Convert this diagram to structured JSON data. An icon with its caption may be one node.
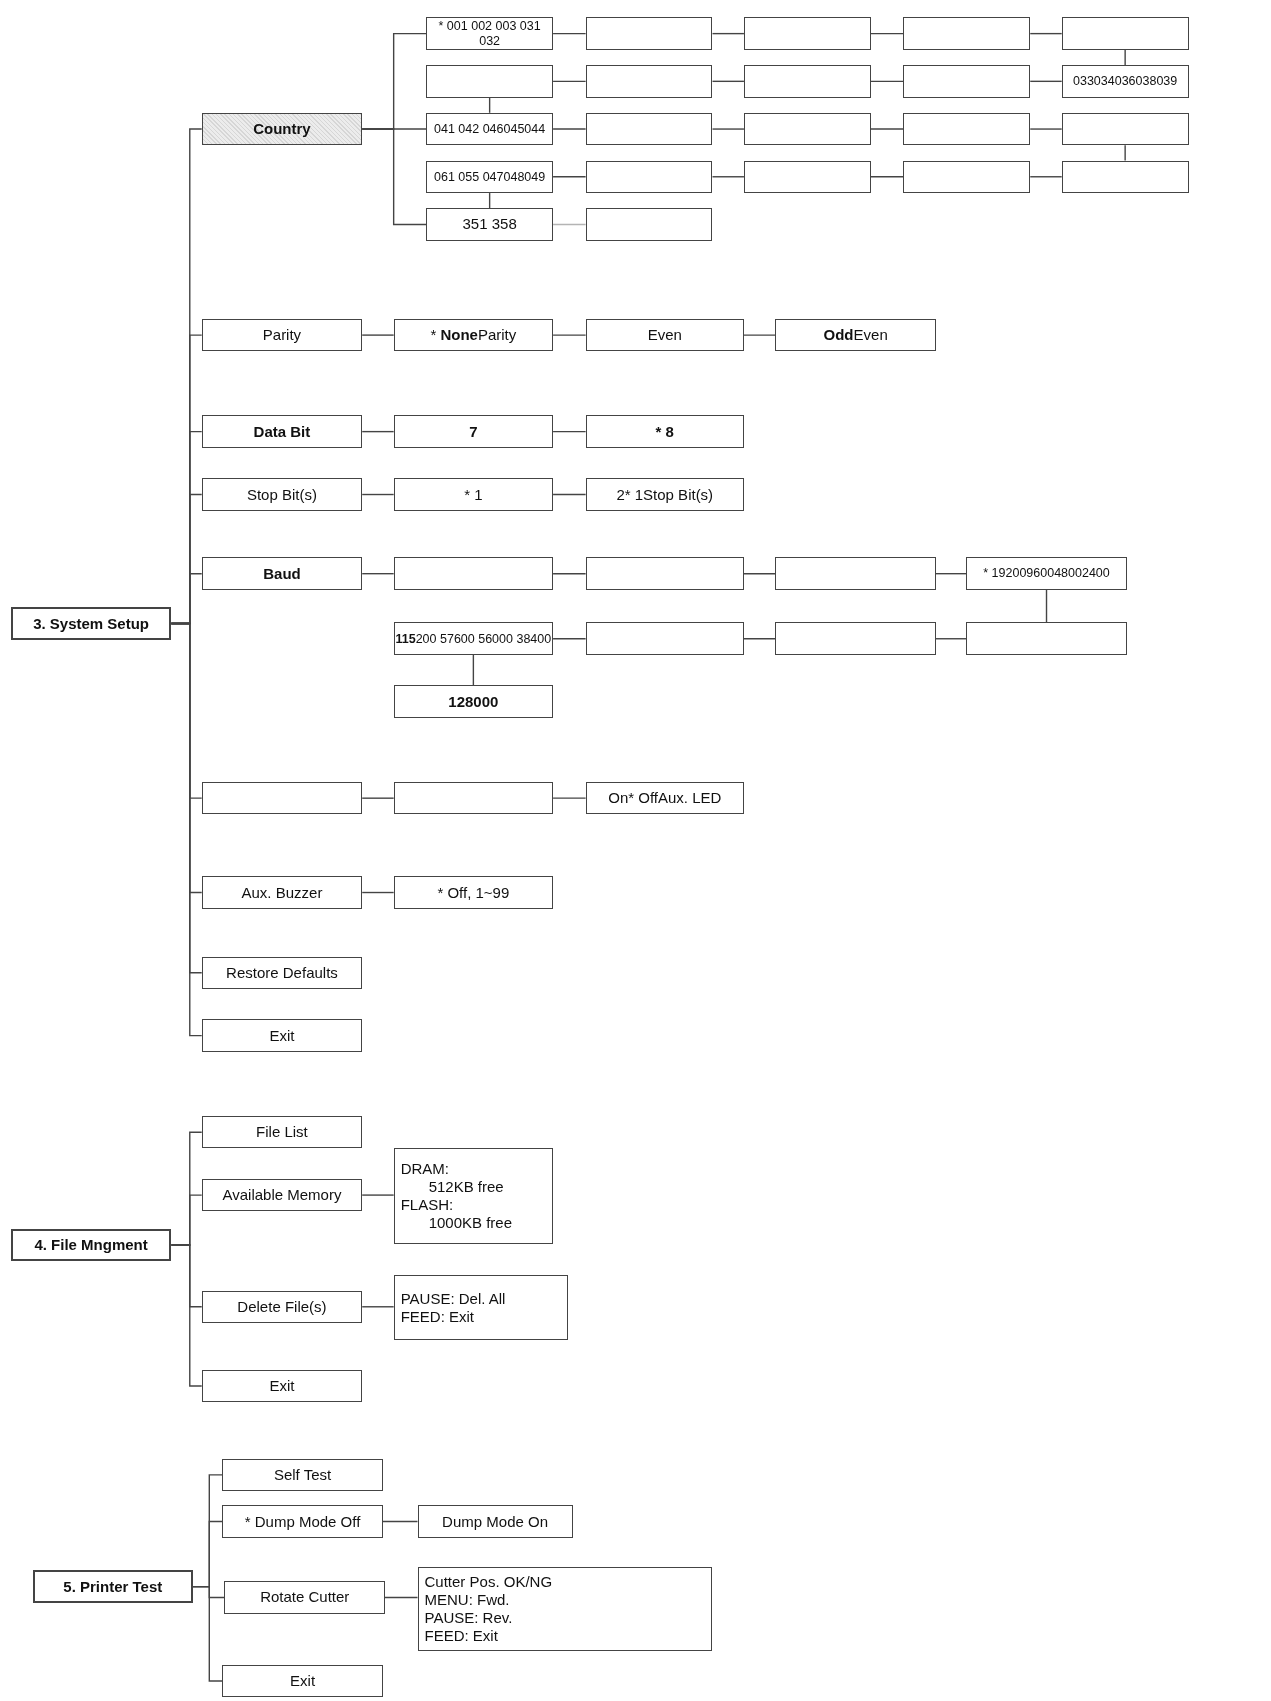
{
  "diagram": {
    "nodes": [
      {
        "text": [
          "3. System Setup"
        ]
      },
      {
        "text": [
          "Country"
        ]
      },
      {
        "text": [
          "* 001 002 003 031 032"
        ]
      },
      {
        "text": [],
        "shape": "box"
      },
      {
        "text": [],
        "shape": "box"
      },
      {
        "text": [],
        "shape": "box"
      },
      {
        "text": [],
        "shape": "box"
      },
      {
        "text": [],
        "shape": "box"
      },
      {
        "text": [],
        "shape": "box"
      },
      {
        "text": [],
        "shape": "box"
      },
      {
        "text": [],
        "shape": "box"
      },
      {
        "text": [
          "033034036038039"
        ]
      },
      {
        "text": [
          "041 042 046045044"
        ]
      },
      {
        "text": [],
        "shape": "box"
      },
      {
        "text": [],
        "shape": "box"
      },
      {
        "text": [],
        "shape": "box"
      },
      {
        "text": [],
        "shape": "box"
      },
      {
        "text": [
          "061 055 047048049"
        ]
      },
      {
        "text": [],
        "shape": "box"
      },
      {
        "text": [],
        "shape": "box"
      },
      {
        "text": [],
        "shape": "box"
      },
      {
        "text": [],
        "shape": "box"
      },
      {
        "text": [
          "351 358"
        ]
      },
      {
        "text": [],
        "shape": "box"
      },
      {
        "text": [
          "Parity"
        ]
      },
      {
        "text": [
          "* **None**Parity"
        ]
      },
      {
        "text": [
          "Even"
        ]
      },
      {
        "text": [
          "**Odd**Even"
        ]
      },
      {
        "text": [
          "Data Bit"
        ]
      },
      {
        "text": [
          "7"
        ]
      },
      {
        "text": [
          "* 8"
        ]
      },
      {
        "text": [
          "Stop Bit(s)"
        ]
      },
      {
        "text": [
          "* 1"
        ]
      },
      {
        "text": [
          "2* 1Stop Bit(s)"
        ]
      },
      {
        "text": [
          "Baud"
        ]
      },
      {
        "text": [],
        "shape": "box"
      },
      {
        "text": [],
        "shape": "box"
      },
      {
        "text": [],
        "shape": "box"
      },
      {
        "text": [
          "* 19200960048002400"
        ]
      },
      {
        "text": [
          "**115**200 57600 56000 38400"
        ]
      },
      {
        "text": [],
        "shape": "box"
      },
      {
        "text": [],
        "shape": "box"
      },
      {
        "text": [],
        "shape": "box"
      },
      {
        "text": [
          "128000"
        ]
      },
      {
        "text": [],
        "shape": "box"
      },
      {
        "text": [],
        "shape": "box"
      },
      {
        "text": [
          "On* OffAux. LED"
        ]
      },
      {
        "text": [
          "Aux. Buzzer"
        ]
      },
      {
        "text": [
          "* Off, 1~99"
        ]
      },
      {
        "text": [
          "Restore Defaults"
        ]
      },
      {
        "text": [
          "Exit"
        ]
      },
      {
        "text": [
          "4. File Mngment"
        ]
      },
      {
        "text": [
          "File List"
        ]
      },
      {
        "text": [
          "Available Memory"
        ]
      },
      {
        "text": [
          "DRAM:",
          "512KB free",
          "FLASH:",
          "1000KB free"
        ]
      },
      {
        "text": [
          "Delete File(s)"
        ]
      },
      {
        "text": [
          "PAUSE: Del. All",
          "FEED: Exit"
        ]
      },
      {
        "text": [
          "Exit"
        ]
      },
      {
        "text": [
          "5. Printer Test"
        ]
      },
      {
        "text": [
          "Self Test"
        ]
      },
      {
        "text": [
          "* Dump Mode Off"
        ]
      },
      {
        "text": [
          "Dump Mode On"
        ]
      },
      {
        "text": [
          "Rotate Cutter"
        ]
      },
      {
        "text": [
          "Cutter Pos.  OK/NG",
          "MENU: Fwd.",
          "PAUSE: Rev.",
          "FEED: Exit"
        ]
      },
      {
        "text": [
          "Exit"
        ]
      }
    ],
    "edges": [
      {
        "from": 0,
        "to": 1,
        "arrow": "none"
      },
      {
        "from": 0,
        "to": 24,
        "arrow": "none"
      },
      {
        "from": 0,
        "to": 28,
        "arrow": "none"
      },
      {
        "from": 0,
        "to": 31,
        "arrow": "none"
      },
      {
        "from": 0,
        "to": 34,
        "arrow": "none"
      },
      {
        "from": 0,
        "to": 44,
        "arrow": "none"
      },
      {
        "from": 0,
        "to": 47,
        "arrow": "none"
      },
      {
        "from": 0,
        "to": 49,
        "arrow": "none"
      },
      {
        "from": 0,
        "to": 50,
        "arrow": "none"
      },
      {
        "from": 1,
        "to": 2,
        "arrow": "none"
      },
      {
        "from": 1,
        "to": 12,
        "arrow": "none"
      },
      {
        "from": 1,
        "to": 22,
        "arrow": "none"
      },
      {
        "from": 2,
        "to": 3,
        "arrow": "none"
      },
      {
        "from": 3,
        "to": 4,
        "arrow": "none"
      },
      {
        "from": 4,
        "to": 5,
        "arrow": "none"
      },
      {
        "from": 5,
        "to": 6,
        "arrow": "none"
      },
      {
        "from": 6,
        "to": 11,
        "arrow": "none"
      },
      {
        "from": 11,
        "to": 10,
        "arrow": "none"
      },
      {
        "from": 10,
        "to": 9,
        "arrow": "none"
      },
      {
        "from": 9,
        "to": 8,
        "arrow": "none"
      },
      {
        "from": 8,
        "to": 7,
        "arrow": "none"
      },
      {
        "from": 7,
        "to": 12,
        "arrow": "none"
      },
      {
        "from": 12,
        "to": 13,
        "arrow": "none"
      },
      {
        "from": 13,
        "to": 14,
        "arrow": "none"
      },
      {
        "from": 14,
        "to": 15,
        "arrow": "none"
      },
      {
        "from": 15,
        "to": 16,
        "arrow": "none"
      },
      {
        "from": 16,
        "to": 21,
        "arrow": "none"
      },
      {
        "from": 21,
        "to": 20,
        "arrow": "none"
      },
      {
        "from": 20,
        "to": 19,
        "arrow": "none"
      },
      {
        "from": 19,
        "to": 18,
        "arrow": "none"
      },
      {
        "from": 18,
        "to": 17,
        "arrow": "none"
      },
      {
        "from": 17,
        "to": 22,
        "arrow": "none"
      },
      {
        "from": 22,
        "to": 23,
        "arrow": "none",
        "color": "#b4b4b4"
      },
      {
        "from": 24,
        "to": 25,
        "arrow": "none"
      },
      {
        "from": 25,
        "to": 26,
        "arrow": "none"
      },
      {
        "from": 26,
        "to": 27,
        "arrow": "none"
      },
      {
        "from": 28,
        "to": 29,
        "arrow": "none"
      },
      {
        "from": 29,
        "to": 30,
        "arrow": "none"
      },
      {
        "from": 31,
        "to": 32,
        "arrow": "none"
      },
      {
        "from": 32,
        "to": 33,
        "arrow": "none"
      },
      {
        "from": 34,
        "to": 35,
        "arrow": "none"
      },
      {
        "from": 35,
        "to": 36,
        "arrow": "none"
      },
      {
        "from": 36,
        "to": 37,
        "arrow": "none"
      },
      {
        "from": 37,
        "to": 38,
        "arrow": "none"
      },
      {
        "from": 38,
        "to": 42,
        "arrow": "none"
      },
      {
        "from": 42,
        "to": 41,
        "arrow": "none"
      },
      {
        "from": 41,
        "to": 40,
        "arrow": "none"
      },
      {
        "from": 40,
        "to": 39,
        "arrow": "none"
      },
      {
        "from": 39,
        "to": 43,
        "arrow": "none"
      },
      {
        "from": 44,
        "to": 45,
        "arrow": "none"
      },
      {
        "from": 45,
        "to": 46,
        "arrow": "none"
      },
      {
        "from": 47,
        "to": 48,
        "arrow": "none"
      },
      {
        "from": 51,
        "to": 52,
        "arrow": "none"
      },
      {
        "from": 51,
        "to": 53,
        "arrow": "none"
      },
      {
        "from": 51,
        "to": 55,
        "arrow": "none"
      },
      {
        "from": 51,
        "to": 57,
        "arrow": "none"
      },
      {
        "from": 53,
        "to": 54,
        "arrow": "none"
      },
      {
        "from": 55,
        "to": 56,
        "arrow": "none"
      },
      {
        "from": 58,
        "to": 59,
        "arrow": "none"
      },
      {
        "from": 58,
        "to": 60,
        "arrow": "none"
      },
      {
        "from": 58,
        "to": 62,
        "arrow": "none"
      },
      {
        "from": 58,
        "to": 64,
        "arrow": "none"
      },
      {
        "from": 60,
        "to": 61,
        "arrow": "none"
      },
      {
        "from": 62,
        "to": 63,
        "arrow": "none"
      }
    ]
  }
}
